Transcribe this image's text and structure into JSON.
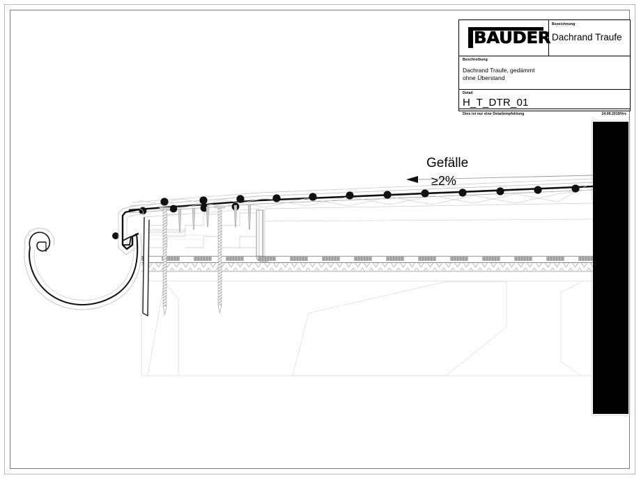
{
  "sheet": {
    "background_color": "#ffffff",
    "border_color_outer": "#b8b8b8",
    "border_color_inner": "#7a7a7a"
  },
  "titleblock": {
    "logo_text": "BAUDER",
    "bezeichnung_label": "Bezeichnung",
    "bezeichnung_value": "Dachrand Traufe",
    "beschreibung_label": "Beschreibung",
    "beschreibung_line1": "Dachrand Traufe, gedämmt",
    "beschreibung_line2": "ohne Überstand",
    "detail_label": "Detail",
    "detail_value": "H_T_DTR_01",
    "footer_note": "Dies ist nur eine Detailempfehlung",
    "footer_date": "24.09.2019/Vrs"
  },
  "drawing": {
    "slope_label": "Gefälle",
    "slope_value": "≥2%",
    "slope_arrow_direction": "left",
    "wall_color": "#000000",
    "membrane_color": "#000000",
    "ballast_dot_color": "#111111",
    "deck_hatch_color": "#9a9a9a",
    "insulation_line_color": "#c9c9c9",
    "components": [
      "Dachrinne (gutter)",
      "Traufblech / Dachrandprofil (eaves drip edge profile)",
      "Rinnenhalter (gutter bracket)",
      "Abdichtungsbahn (waterproofing membrane)",
      "Gefälledämmung (tapered insulation)",
      "Dampfsperre (vapour barrier)",
      "Trapezblech (trapezoidal steel deck)",
      "Befestiger / Schrauben (fasteners)",
      "Attika / Wand (wall)"
    ],
    "ballast_dots_upper": 11,
    "ballast_dots_lower": 6
  }
}
